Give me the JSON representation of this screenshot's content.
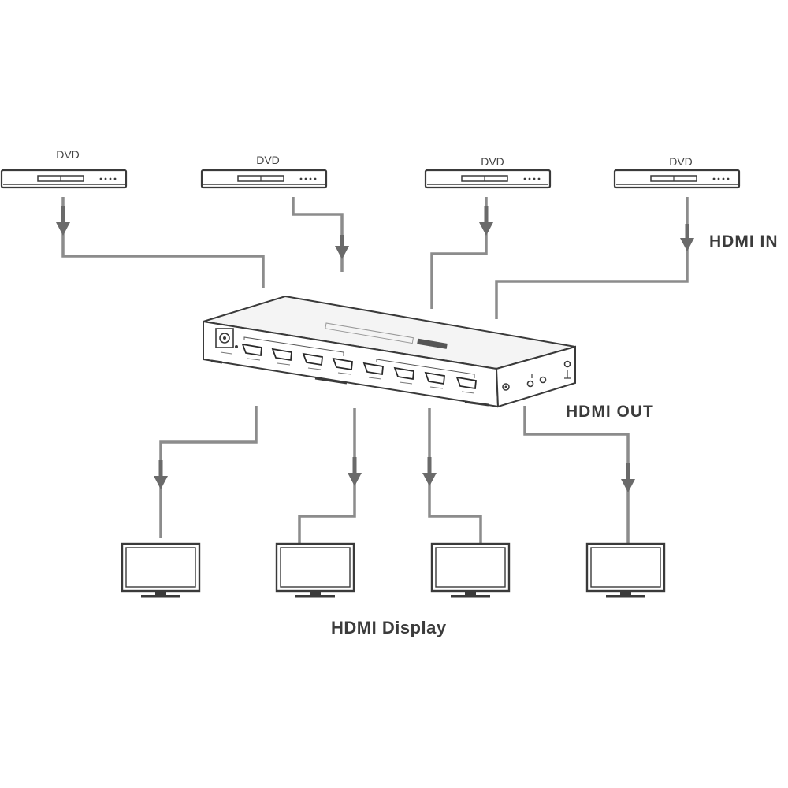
{
  "sources": [
    {
      "label": "DVD"
    },
    {
      "label": "DVD"
    },
    {
      "label": "DVD"
    },
    {
      "label": "DVD"
    }
  ],
  "labels": {
    "hdmi_in": "HDMI IN",
    "hdmi_out": "HDMI OUT",
    "hdmi_display": "HDMI Display"
  },
  "colors": {
    "cable": "#8c8c8c",
    "device_outline": "#3a3a3a",
    "text": "#3b3b3b"
  }
}
